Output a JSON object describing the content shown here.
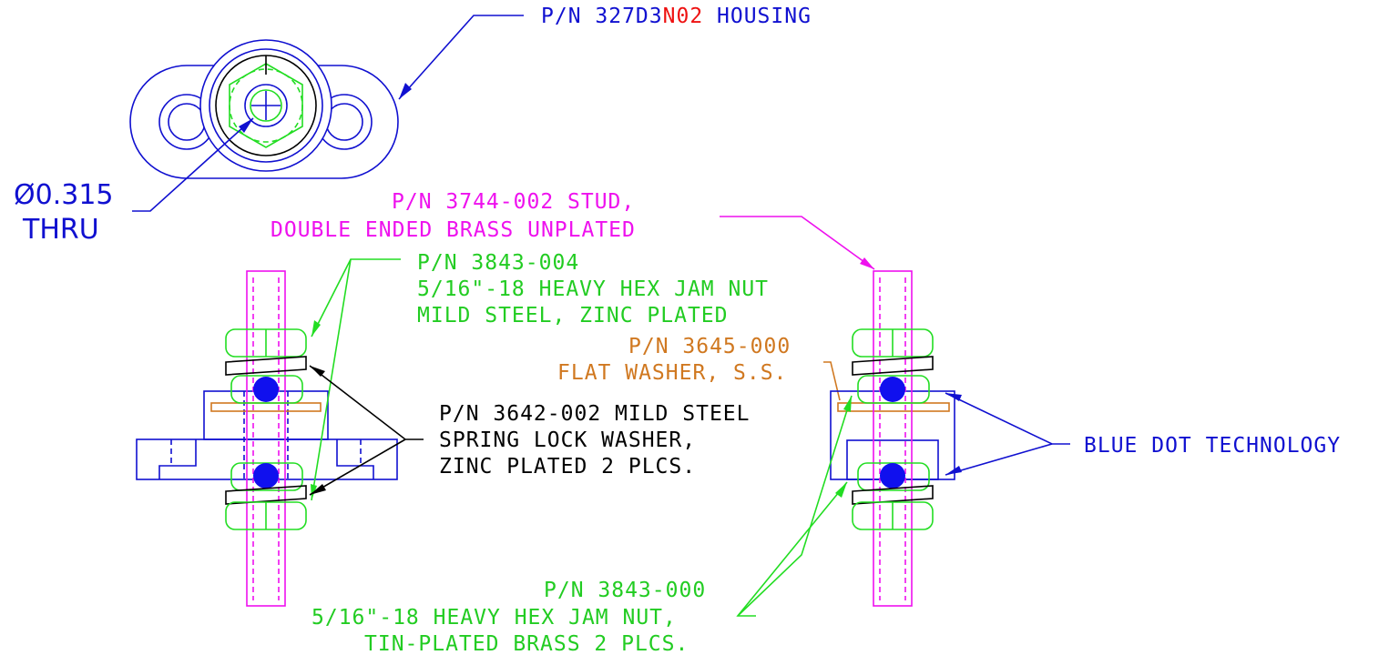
{
  "labels": {
    "housing": {
      "prefix": "P/N 327D3",
      "highlight": "N02",
      "suffix": " HOUSING"
    },
    "thru_hole": {
      "line1": "Ø0.315",
      "line2": "THRU"
    },
    "stud": {
      "line1": "P/N 3744-002 STUD,",
      "line2": "DOUBLE ENDED BRASS UNPLATED"
    },
    "jam_nut_steel": {
      "line1": "P/N 3843-004",
      "line2": "5/16\"-18 HEAVY HEX JAM NUT",
      "line3": "MILD STEEL, ZINC PLATED"
    },
    "flat_washer": {
      "line1": "P/N 3645-000",
      "line2": "FLAT WASHER, S.S."
    },
    "lock_washer": {
      "line1": "P/N 3642-002 MILD STEEL",
      "line2": "SPRING LOCK WASHER,",
      "line3": "ZINC PLATED 2 PLCS."
    },
    "blue_dot": {
      "line1": "BLUE DOT TECHNOLOGY"
    },
    "jam_nut_brass": {
      "line1": "P/N 3843-000",
      "line2": "5/16\"-18 HEAVY HEX JAM NUT,",
      "line3": "TIN-PLATED BRASS 2 PLCS."
    }
  },
  "colors": {
    "housing": "#1010d0",
    "stud": "#ee11ee",
    "jam_nut": "#22dd22",
    "lock_washer": "#000000",
    "flat_washer": "#d07820",
    "blue_dot": "#1010ee",
    "highlight": "#ee1111"
  }
}
